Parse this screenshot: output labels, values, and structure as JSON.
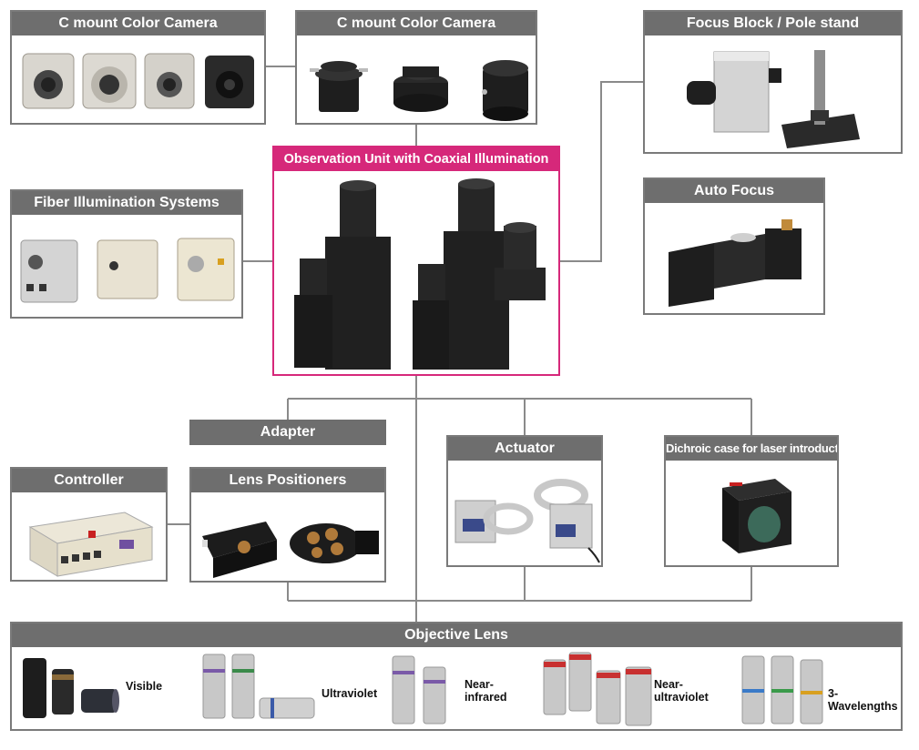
{
  "boxes": {
    "camera_left": {
      "title": "C mount Color Camera"
    },
    "camera_right": {
      "title": "C mount Color Camera"
    },
    "focus_block": {
      "title": "Focus Block / Pole stand"
    },
    "center": {
      "title": "Observation Unit with Coaxial Illumination"
    },
    "fiber": {
      "title": "Fiber Illumination Systems"
    },
    "auto_focus": {
      "title": "Auto Focus"
    },
    "adapter": {
      "title": "Adapter"
    },
    "controller": {
      "title": "Controller"
    },
    "lens_positioners": {
      "title": "Lens Positioners"
    },
    "actuator": {
      "title": "Actuator"
    },
    "dichroic": {
      "title": "Dichroic case for laser introduction"
    },
    "objective": {
      "title": "Objective Lens"
    }
  },
  "lens_types": [
    "Visible",
    "Ultraviolet",
    "Near-\ninfrared",
    "Near-\nultraviolet",
    "3-Wavelengths"
  ],
  "colors": {
    "accent": "#d6287a",
    "header": "#6e6e6e",
    "border": "#7a7a7a",
    "line": "#8a8a8a"
  }
}
